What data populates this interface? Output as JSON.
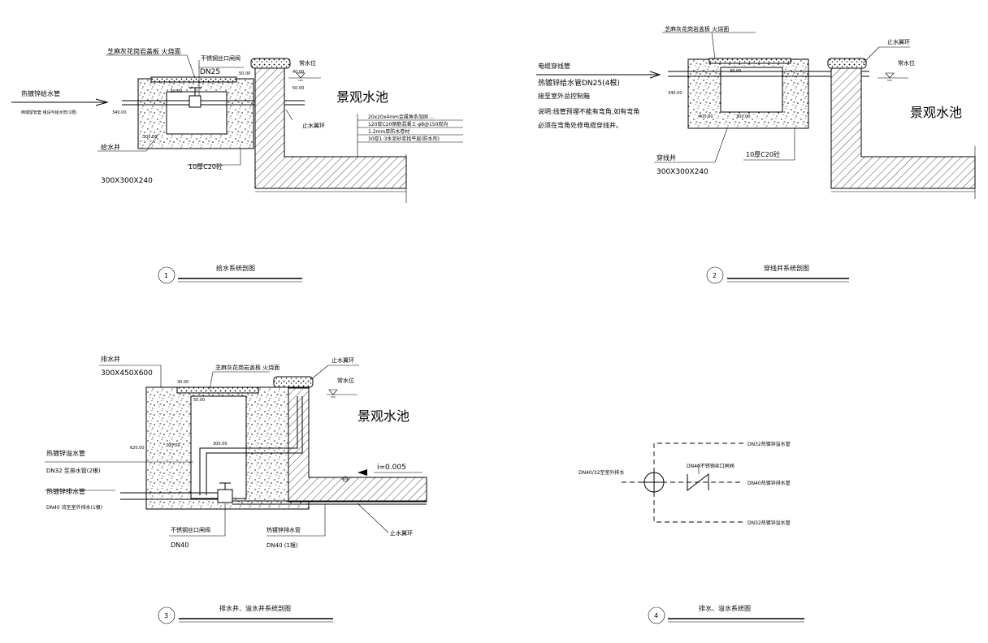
{
  "colors": {
    "line": "#000000",
    "background": "#ffffff"
  },
  "section1": {
    "cover_label": "芝麻灰花岗岩盖板 火烧面",
    "valve_label": "不锈钢丝口闸阀",
    "valve_size": "DN25",
    "dim_50_top": "50.00",
    "water_level_label": "常水位",
    "dim_40": "40.00",
    "dim_50_right": "50.00",
    "pipe_label": "热镀锌给水管",
    "pipe_sub": "两端留管套 组设与给水管(1根)",
    "dim_340": "340.00",
    "dim_50_inner": "50.00",
    "dim_300": "300.00",
    "pool_label": "景观水池",
    "waterstop_label": "止水翼环",
    "layers": [
      "20x20x4mm金属角条加固 ...",
      "120厚C20钢筋混凝土 φ8@150双向",
      "1.2mm厚防水卷材",
      "30厚1:3水泥砂浆找平层(防水剂)"
    ],
    "well_label": "给水井",
    "well_size": "300X300X240",
    "concrete_label": "10厚C20砼",
    "title_no": "1",
    "title": "给水系统剖图"
  },
  "section2": {
    "cover_label": "芝麻灰花岗岩盖板 火烧面",
    "waterstop_label": "止水翼环",
    "water_level_label": "常水位",
    "conduit_label": "电缆穿线管",
    "pipe_label": "热镀锌给水管DN25(4根)",
    "connect_label": "接至室外总控制箱",
    "note1": "说明:线管预埋不能有弯角,如有弯角",
    "note2": "必须在弯角处修电缆穿线井。",
    "dim_30": "30.00",
    "dim_340": "340.00",
    "dim_400": "400.00",
    "dim_300": "300.00",
    "pool_label": "景观水池",
    "well_label": "穿线井",
    "well_size": "300X300X240",
    "concrete_label": "10厚C20砼",
    "title_no": "2",
    "title": "穿线井系统剖图"
  },
  "section3": {
    "well_label": "排水井",
    "well_size": "300X450X600",
    "cover_label": "芝麻灰花岗岩盖板 火烧面",
    "waterstop_label": "止水翼环",
    "water_level_label": "常水位",
    "dim_30": "30.00",
    "dim_50": "50.00",
    "dim_620": "620.00",
    "dim_200": "200.00",
    "dim_300": "300.00",
    "pool_label": "景观水池",
    "overflow_label": "热镀锌溢水管",
    "overflow_size": "DN32 至排水管(2根)",
    "drain_label": "热镀锌排水管",
    "drain_size": "DN40 流至室外排水(1根)",
    "slope_label": "i=0.005",
    "valve_label": "不锈钢丝口闸阀",
    "valve_size": "DN40",
    "drain2_label": "热镀锌排水管",
    "drain2_size": "DN40 (1根)",
    "waterstop2_label": "止水翼环",
    "title_no": "3",
    "title": "排水井、溢水井系统剖图"
  },
  "section4": {
    "top_label": "DN32热镀锌溢水管",
    "left_label": "DN40/32至室外排水",
    "valve_label": "DN40不锈钢丝口闸阀",
    "mid_label": "DN40热镀锌排水管",
    "bottom_label": "DN32热镀锌溢水管",
    "title_no": "4",
    "title": "排水、溢水系统图"
  }
}
